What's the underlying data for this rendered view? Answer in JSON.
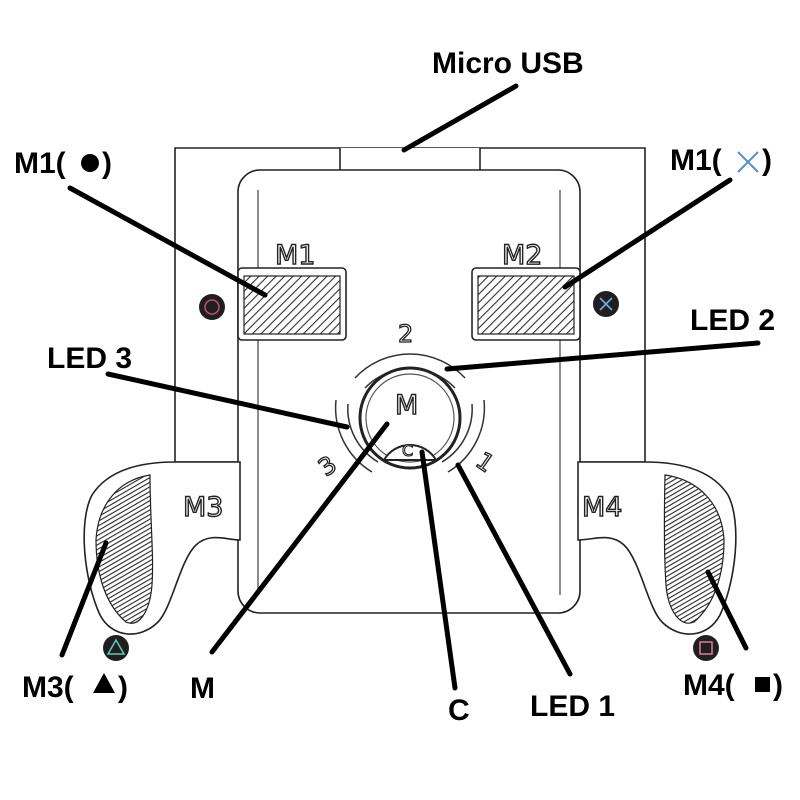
{
  "callouts": {
    "micro_usb": "Micro USB",
    "m1_circle_prefix": "M1(",
    "m1_circle_suffix": ")",
    "m1_cross_prefix": "M1(",
    "m1_cross_suffix": ")",
    "led2": "LED 2",
    "led3": "LED 3",
    "m3_prefix": "M3(",
    "m3_suffix": ")",
    "m4_prefix": "M4(",
    "m4_suffix": ")",
    "m": "M",
    "c": "C",
    "led1": "LED 1"
  },
  "device_labels": {
    "m1": "M1",
    "m2": "M2",
    "m3": "M3",
    "m4": "M4",
    "center_m": "M",
    "center_c": "C",
    "ring_1": "1",
    "ring_2": "2",
    "ring_3": "3"
  },
  "icons": {
    "circle": "circle-icon",
    "cross": "cross-icon",
    "triangle": "triangle-icon",
    "square": "square-icon"
  },
  "colors": {
    "ink": "#000000",
    "cross_symbol": "#5b8fd6",
    "circle_symbol_dot": "#c04a78",
    "symbol_badge": "#1f1f1f"
  }
}
